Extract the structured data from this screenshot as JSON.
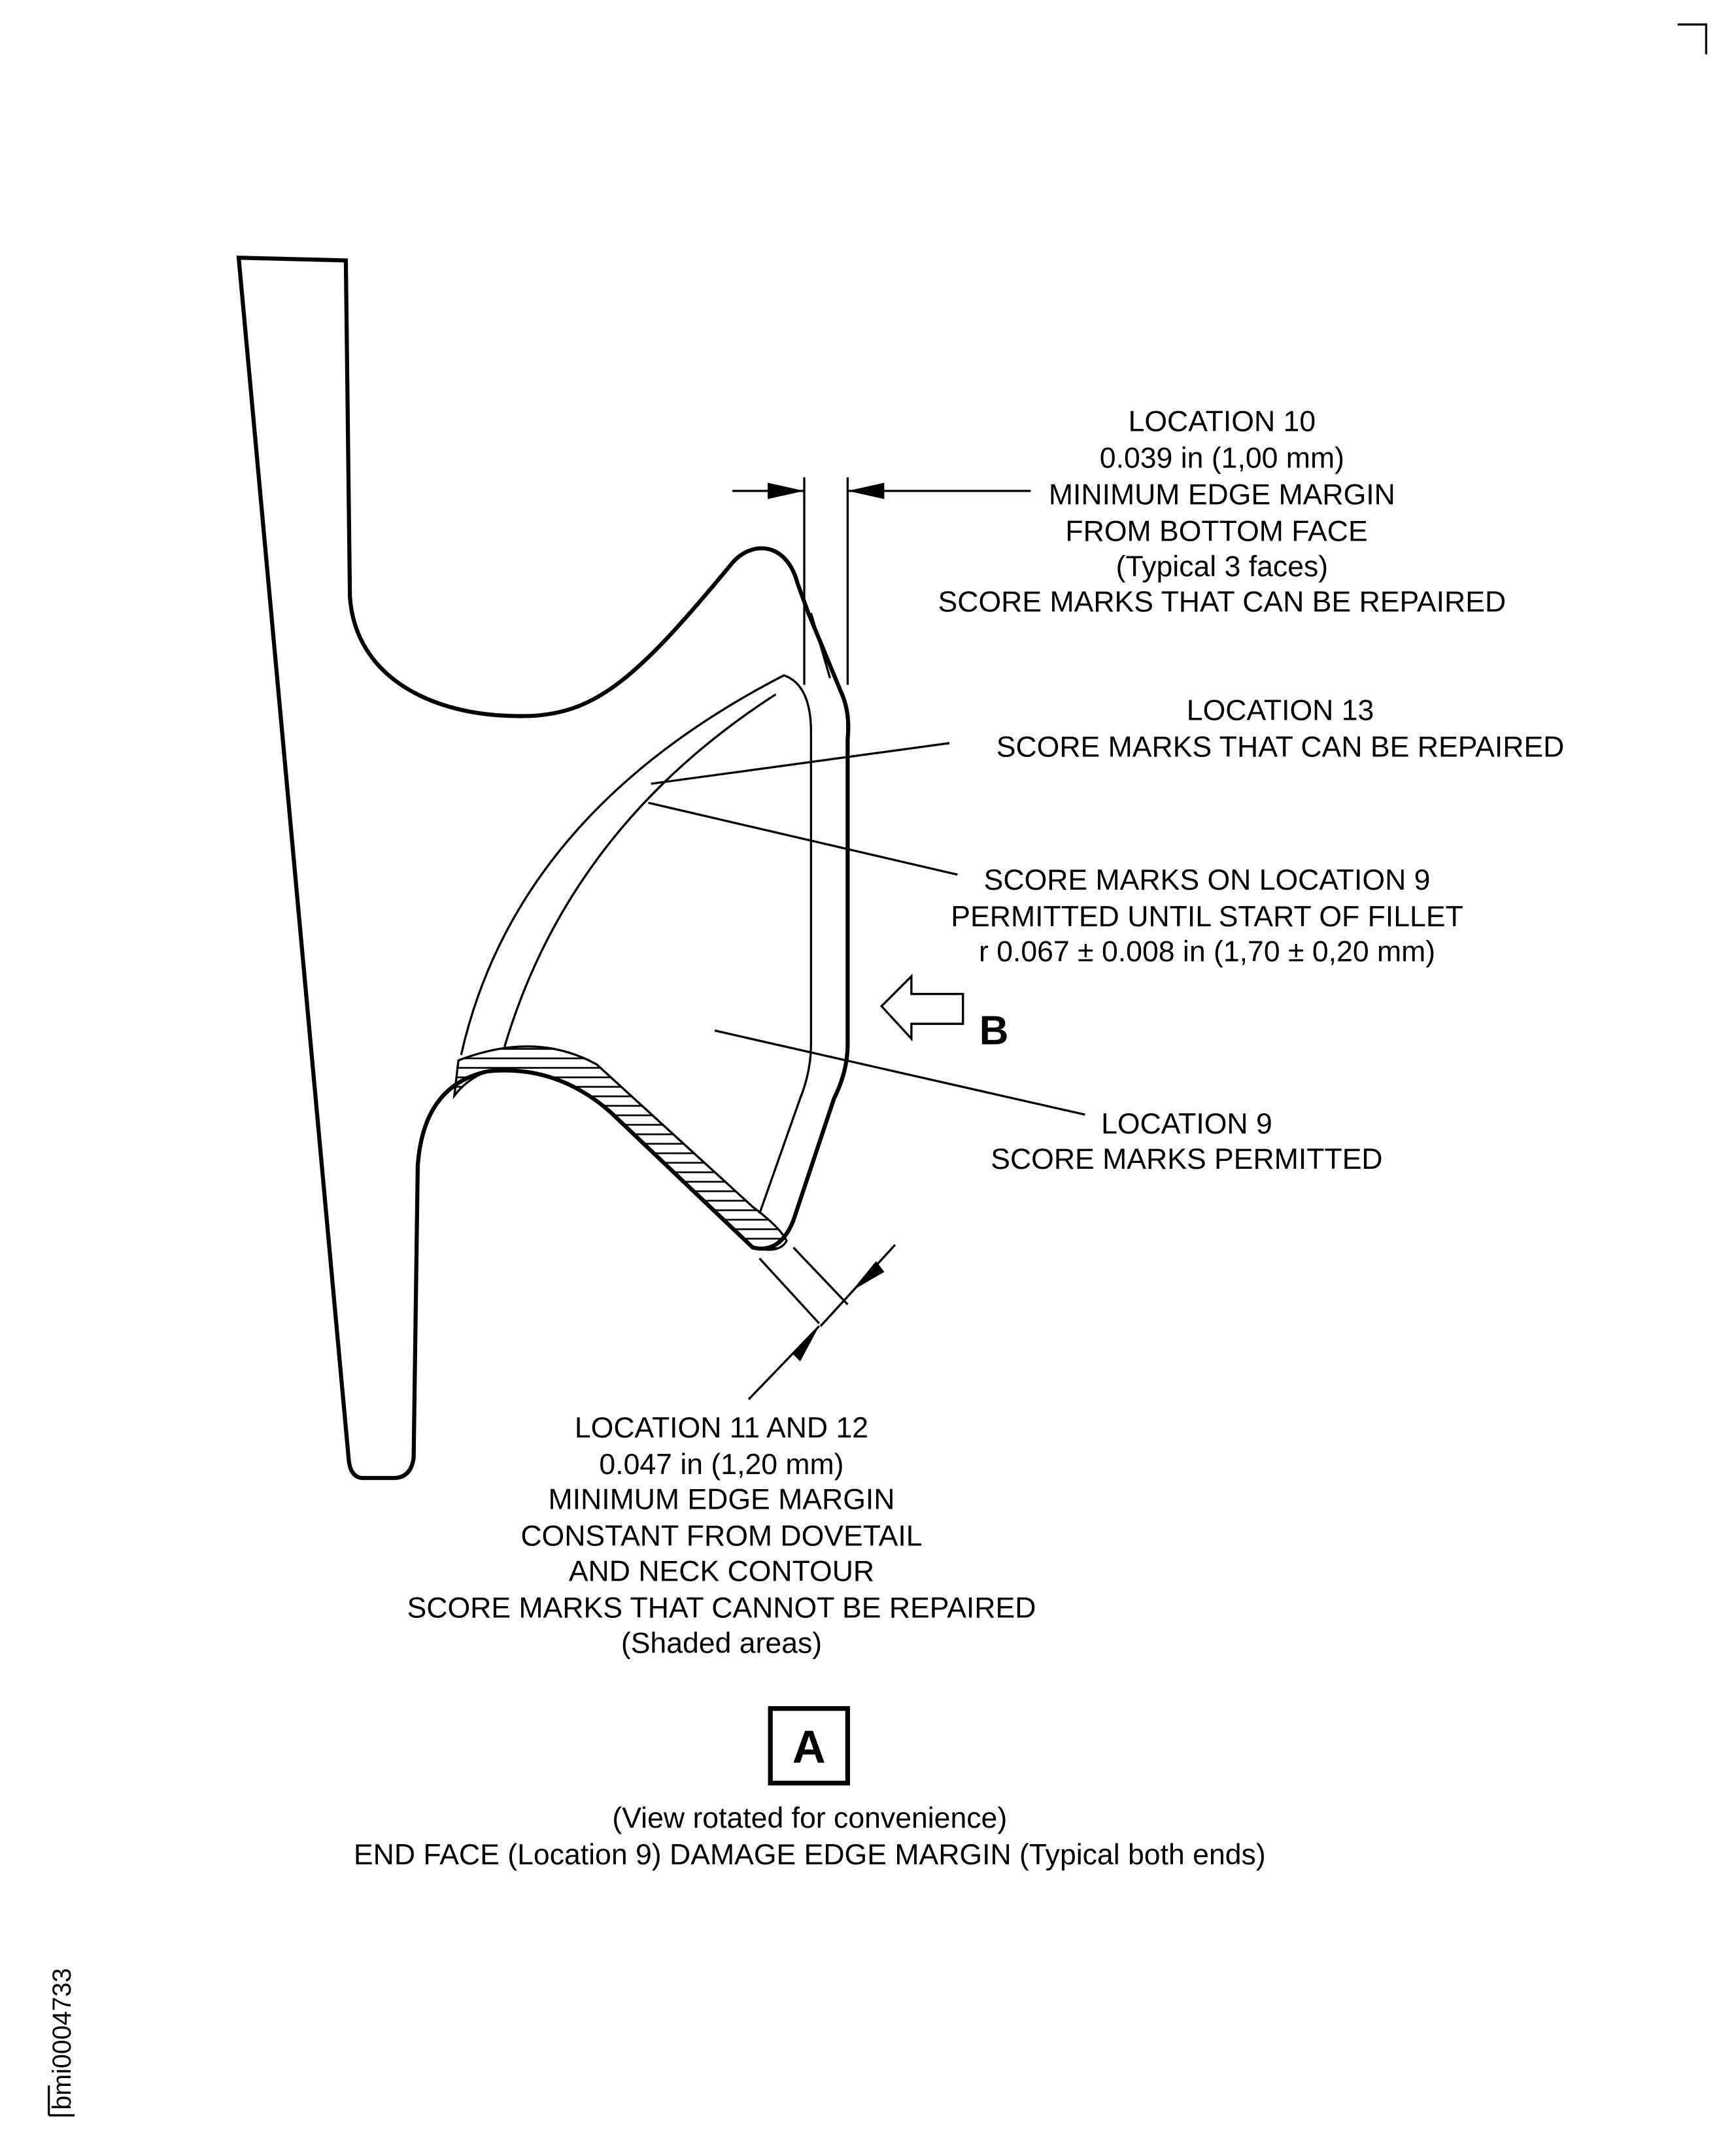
{
  "labels": {
    "loc10": [
      "LOCATION 10",
      "0.039 in (1,00 mm)",
      "MINIMUM EDGE MARGIN",
      "FROM BOTTOM FACE",
      "(Typical 3 faces)",
      "SCORE MARKS THAT CAN BE REPAIRED"
    ],
    "loc13": [
      "LOCATION 13",
      "SCORE MARKS THAT CAN BE REPAIRED"
    ],
    "fillet": [
      "SCORE MARKS ON LOCATION 9",
      "PERMITTED UNTIL START OF FILLET",
      "r 0.067 ± 0.008 in (1,70 ± 0,20 mm)"
    ],
    "loc9": [
      "LOCATION 9",
      "SCORE MARKS PERMITTED"
    ],
    "loc11": [
      "LOCATION 11 AND 12",
      "0.047 in (1,20 mm)",
      "MINIMUM EDGE MARGIN",
      "CONSTANT FROM DOVETAIL",
      "AND NECK CONTOUR",
      "SCORE MARKS THAT CANNOT BE REPAIRED",
      "(Shaded areas)"
    ]
  },
  "view_b": "B",
  "view_a": "A",
  "caption": [
    "(View rotated for convenience)",
    "END FACE (Location 9) DAMAGE EDGE MARGIN (Typical both ends)"
  ],
  "figure_id": "bmi0004733"
}
